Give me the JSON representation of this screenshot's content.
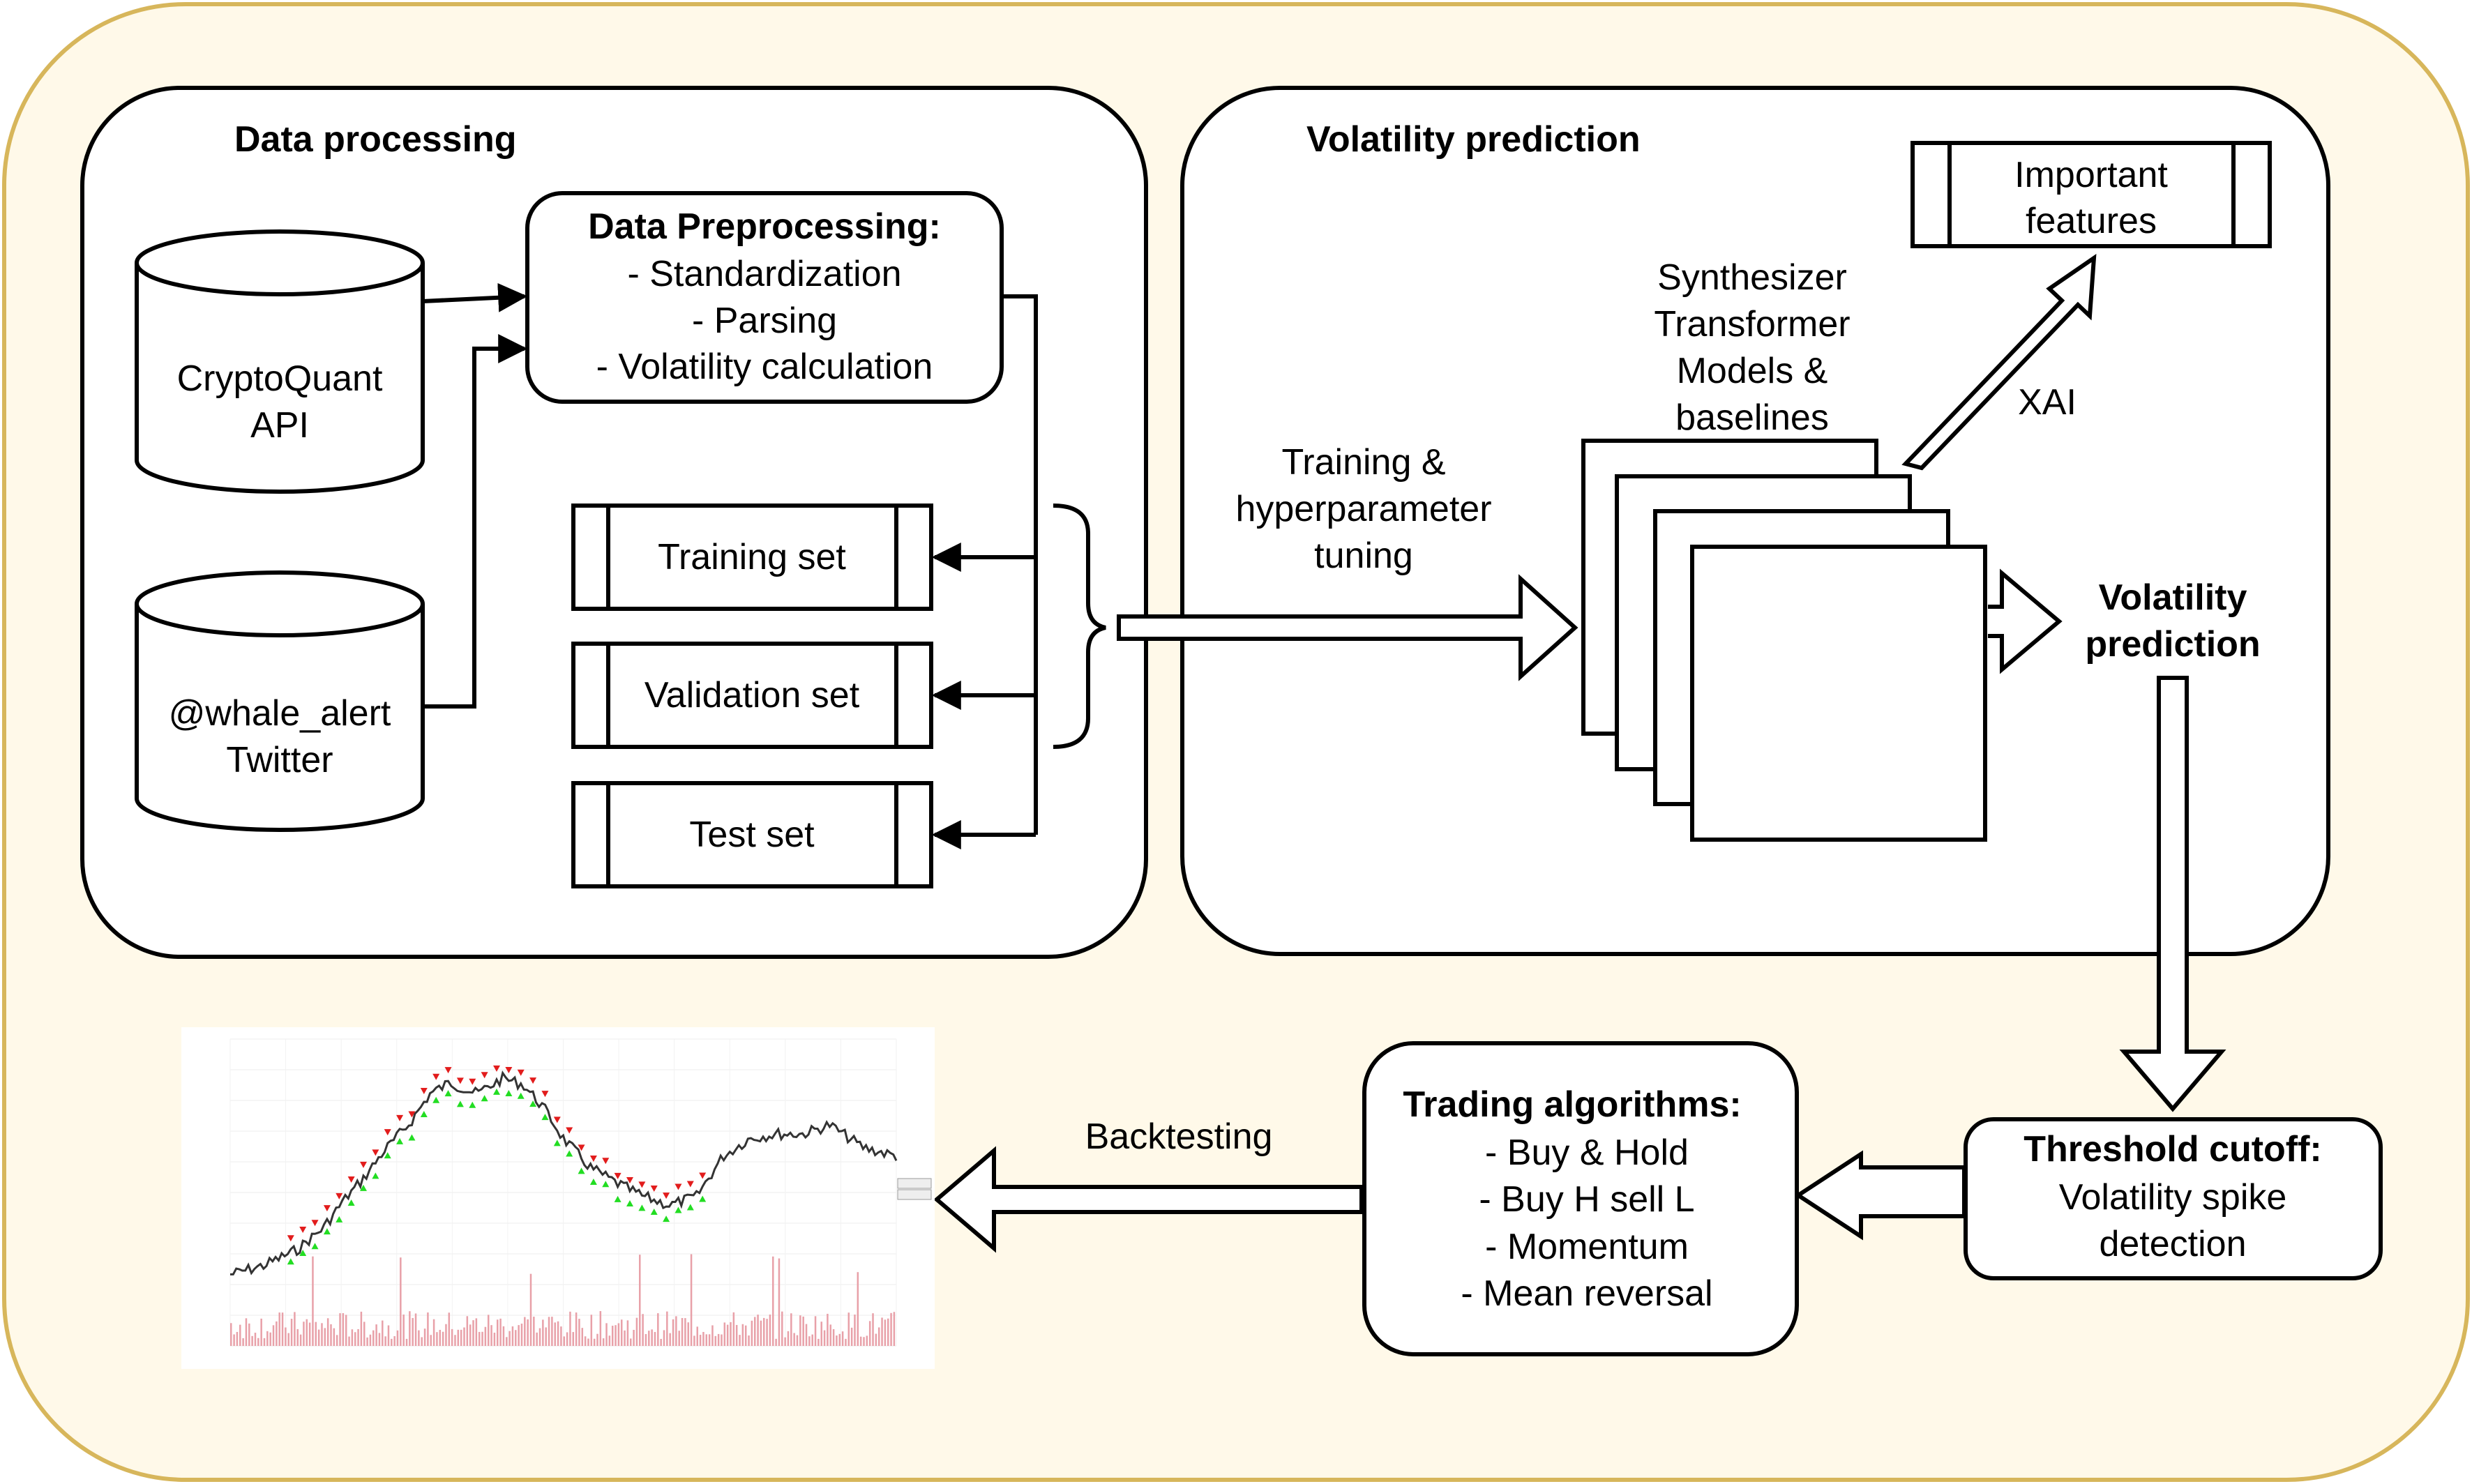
{
  "colors": {
    "outer_fill": "#fff9e9",
    "outer_stroke": "#d7b65b",
    "stroke": "#000000",
    "chart_up": "#22dd22",
    "chart_down": "#e21c1c",
    "chart_volume": "#e8a0a8"
  },
  "sections": {
    "data_processing": "Data processing",
    "volatility_prediction": "Volatility prediction"
  },
  "sources": {
    "cryptoquant": [
      "CryptoQuant",
      "API"
    ],
    "whale": [
      "@whale_alert",
      "Twitter"
    ]
  },
  "preprocessing": {
    "title": "Data Preprocessing:",
    "steps": [
      "- Standardization",
      "- Parsing",
      "- Volatility calculation"
    ]
  },
  "splits": [
    "Training set",
    "Validation set",
    "Test set"
  ],
  "training_label": [
    "Training &",
    "hyperparameter",
    "tuning"
  ],
  "models_label": [
    "Synthesizer",
    "Transformer",
    "Models &",
    "baselines"
  ],
  "important_features": [
    "Important",
    "features"
  ],
  "xai": "XAI",
  "volatility_output": [
    "Volatility",
    "prediction"
  ],
  "threshold": {
    "title": "Threshold cutoff:",
    "lines": [
      "Volatility spike",
      "detection"
    ]
  },
  "trading": {
    "title": "Trading algorithms:",
    "items": [
      "- Buy & Hold",
      "- Buy H sell L",
      "- Momentum",
      "- Mean reversal"
    ]
  },
  "backtesting": "Backtesting"
}
